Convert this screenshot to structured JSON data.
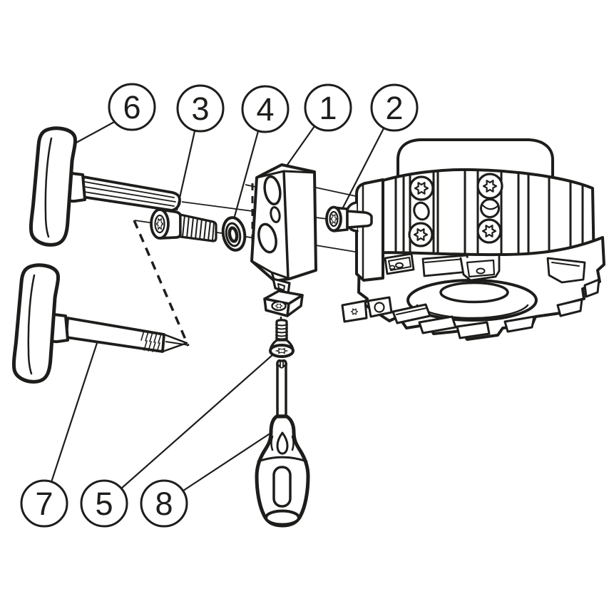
{
  "diagram": {
    "background_color": "#ffffff",
    "line_color": "#1d1d1b"
  },
  "callouts": {
    "c1": {
      "label": "1"
    },
    "c2": {
      "label": "2"
    },
    "c3": {
      "label": "3"
    },
    "c4": {
      "label": "4"
    },
    "c5": {
      "label": "5"
    },
    "c6": {
      "label": "6"
    },
    "c7": {
      "label": "7"
    },
    "c8": {
      "label": "8"
    }
  }
}
